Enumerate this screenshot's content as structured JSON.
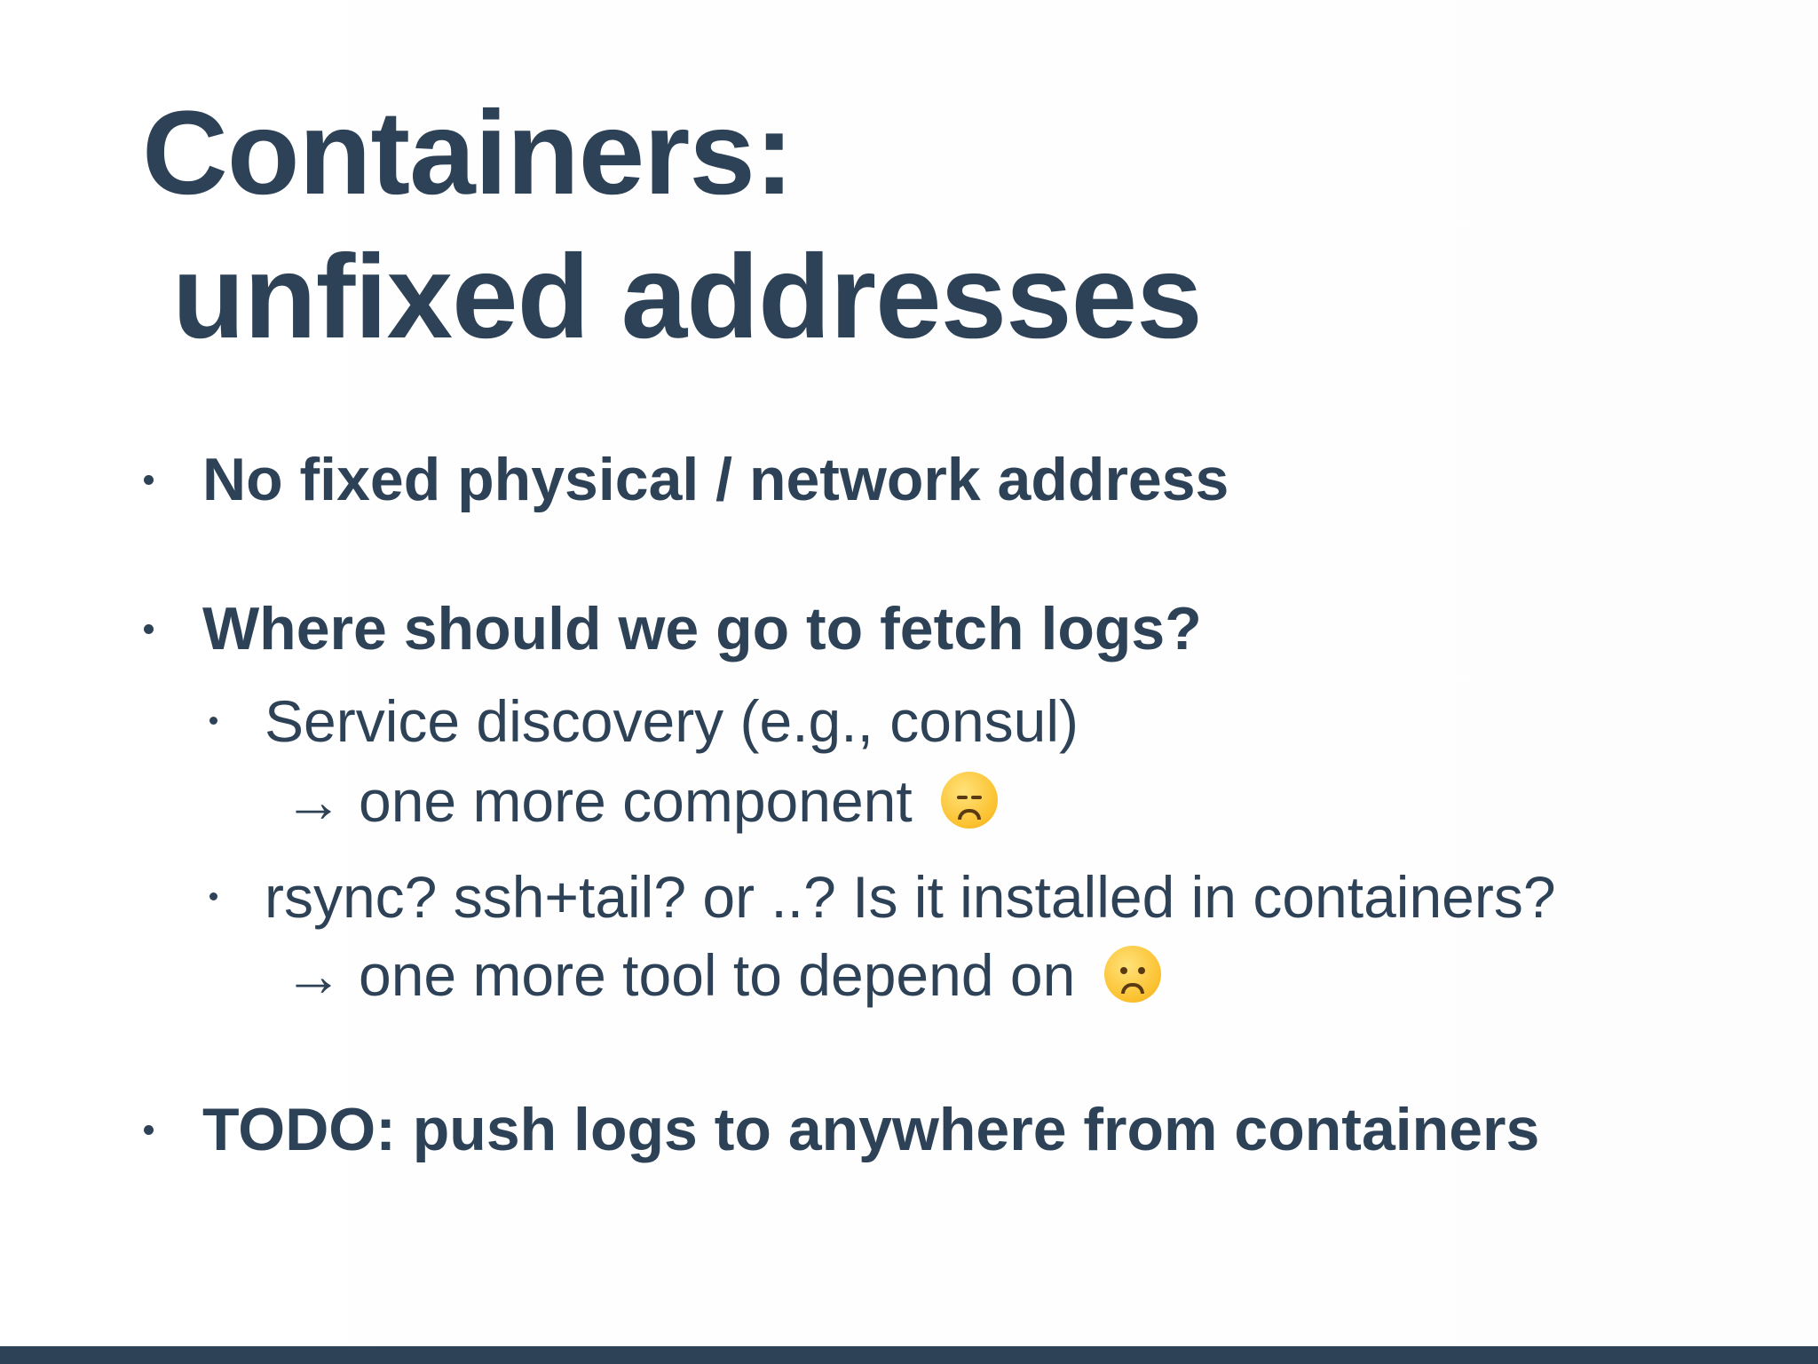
{
  "slide": {
    "title_line1": "Containers:",
    "title_line2": "unfixed addresses",
    "bullets": [
      {
        "text": "No fixed physical / network address"
      },
      {
        "text": "Where should we go to fetch logs?",
        "subitems": [
          {
            "text": "Service discovery (e.g., consul)",
            "arrow": "→",
            "detail": "one more component",
            "emoji": "disappointed-face-icon"
          },
          {
            "text": "rsync? ssh+tail? or ..? Is it installed in containers?",
            "arrow": "→",
            "detail": "one more tool to depend on",
            "emoji": "frowning-face-icon"
          }
        ]
      },
      {
        "text": "TODO: push logs to anywhere from containers"
      }
    ]
  },
  "colors": {
    "text": "#2e4257",
    "background": "#ffffff",
    "bottom_bar": "#2e4257",
    "emoji_fill": "#fbc02d"
  }
}
